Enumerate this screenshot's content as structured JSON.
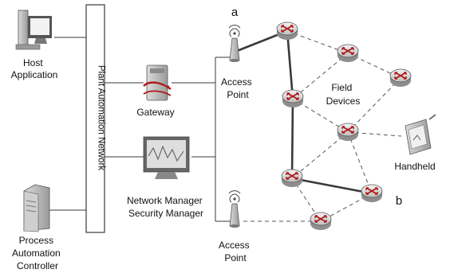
{
  "labels": {
    "host_application": [
      "Host",
      "Application"
    ],
    "gateway": "Gateway",
    "managers": [
      "Network Manager",
      "Security Manager"
    ],
    "process_controller": [
      "Process",
      "Automation",
      "Controller"
    ],
    "access_point_top": [
      "Access",
      "Point"
    ],
    "access_point_bottom": [
      "Access",
      "Point"
    ],
    "field_devices": [
      "Field",
      "Devices"
    ],
    "handheld": "Handheld",
    "marker_a": "a",
    "marker_b": "b",
    "bus_label": "Plant Automation Network"
  },
  "colors": {
    "line": "#3a3a3a",
    "router_fill": "#e9e9e9",
    "router_arrow": "#b01818",
    "bus_fill": "#ffffff"
  },
  "icons": {
    "host": "desktop-computer-icon",
    "gateway": "gateway-server-icon",
    "manager": "monitor-icon",
    "controller": "tower-server-icon",
    "access_point": "wireless-access-point-icon",
    "field_device": "wireless-router-icon",
    "handheld": "handheld-device-icon"
  }
}
